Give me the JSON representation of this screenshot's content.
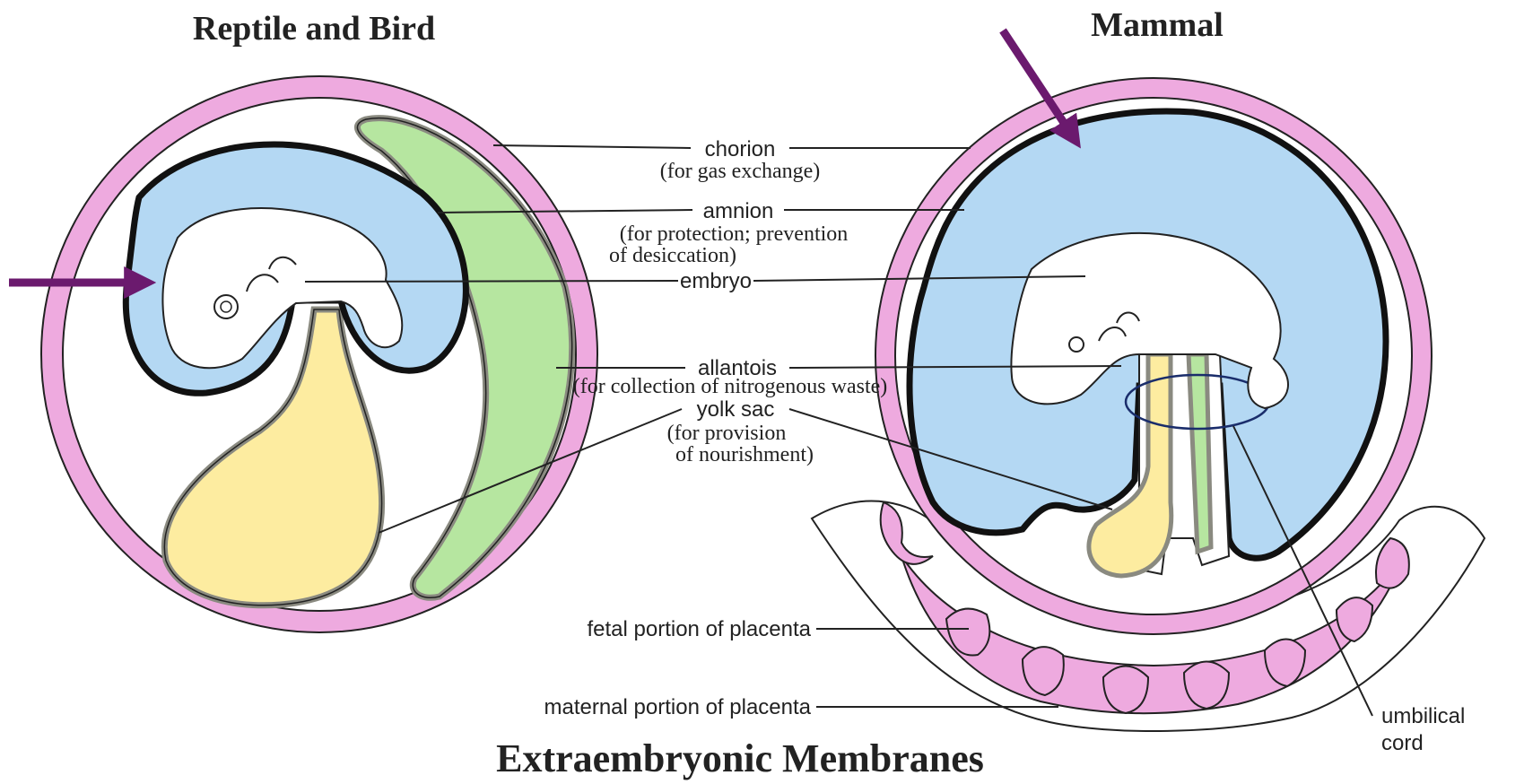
{
  "headings": {
    "left": "Reptile and Bird",
    "right": "Mammal"
  },
  "labels": {
    "chorion": "chorion",
    "chorion_note": "(for gas exchange)",
    "amnion": "amnion",
    "amnion_note_1": "(for protection; prevention",
    "amnion_note_2": "of desiccation)",
    "embryo": "embryo",
    "allantois": "allantois",
    "allantois_note": "(for collection of nitrogenous waste)",
    "yolk_sac": "yolk sac",
    "yolk_note_1": "(for provision",
    "yolk_note_2": "of nourishment)",
    "fetal_placenta": "fetal portion of placenta",
    "maternal_placenta": "maternal portion of placenta",
    "umbilical_1": "umbilical",
    "umbilical_2": "cord"
  },
  "title": "Extraembryonic Membranes",
  "colors": {
    "chorion_pink": "#eeaadf",
    "amnion_blue": "#b4d8f3",
    "allantois_green": "#b6e6a0",
    "yolk_yellow": "#fdeca0",
    "arrow_purple": "#6b1a6e"
  }
}
